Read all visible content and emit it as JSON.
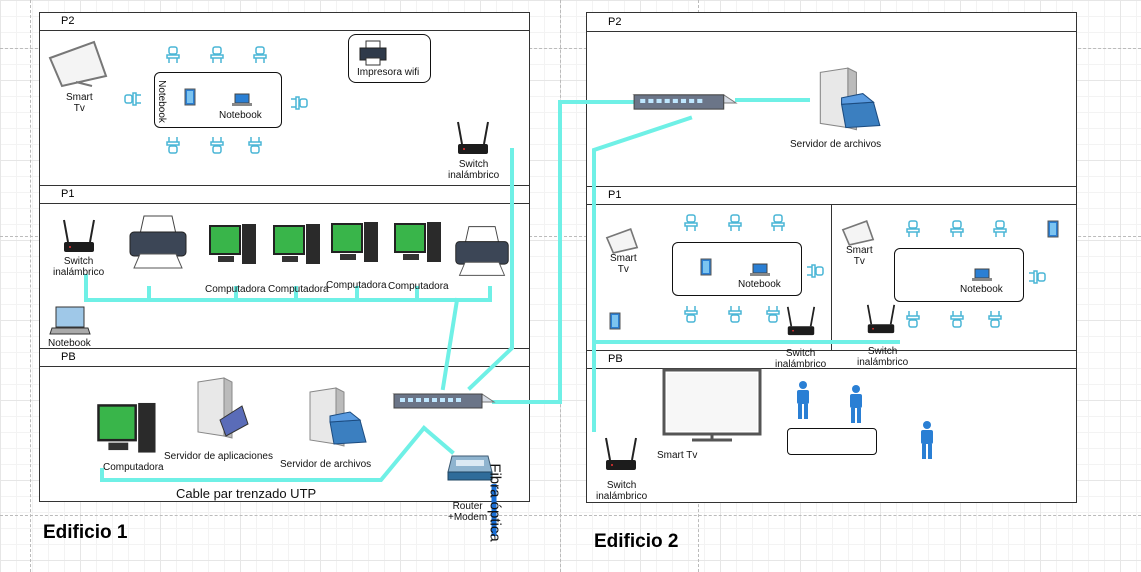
{
  "building1": {
    "title": "Edificio 1",
    "floors": {
      "p2": "P2",
      "p1": "P1",
      "pb": "PB"
    },
    "p2": {
      "smart_tv": "Smart\nTv",
      "notebook_vertical": "Notebook",
      "notebook": "Notebook",
      "printer": "Impresora wifi",
      "switch": "Switch\ninalámbrico"
    },
    "p1": {
      "switch": "Switch\ninalámbrico",
      "computers": [
        "Computadora",
        "Computadora",
        "Computadora",
        "Computadora"
      ],
      "notebook": "Notebook"
    },
    "pb": {
      "computer": "Computadora",
      "app_server": "Servidor de aplicaciones",
      "file_server": "Servidor de archivos",
      "cable": "Cable par trenzado UTP",
      "router": "Router\n+Modem",
      "fiber": "Fibra óptica"
    }
  },
  "building2": {
    "title": "Edificio 2",
    "floors": {
      "p2": "P2",
      "p1": "P1",
      "pb": "PB"
    },
    "p2": {
      "file_server": "Servidor de archivos"
    },
    "p1": {
      "smart_tv_left": "Smart\nTv",
      "notebook_left": "Notebook",
      "smart_tv_right": "Smart\nTv",
      "notebook_right": "Notebook",
      "switch_left": "Switch\ninalámbrico",
      "switch_right": "Switch\ninalámbrico"
    },
    "pb": {
      "switch": "Switch\ninalámbrico",
      "smart_tv": "Smart Tv"
    }
  },
  "colors": {
    "link": "#6ff0e6",
    "fiber": "#1a6fd6",
    "chair": "#4ab6d6",
    "screen": "#39b54a",
    "person": "#2a7fd4"
  }
}
